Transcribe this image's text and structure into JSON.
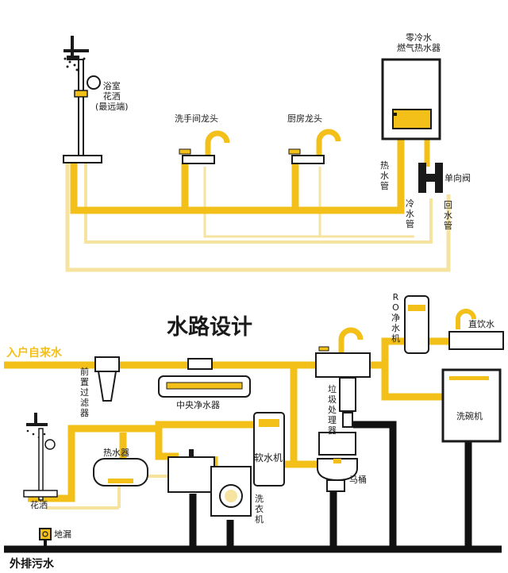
{
  "colors": {
    "pipe_yellow": "#F3C019",
    "pipe_pale": "#F6E3A0",
    "drain_black": "#111111",
    "outline": "#1a1a1a"
  },
  "top_section": {
    "shower_label": "浴室\n花洒\n(最远端)",
    "washbasin_label": "洗手间龙头",
    "kitchen_label": "厨房龙头",
    "heater_label": "零冷水\n燃气热水器",
    "hot_pipe_label": "热水管",
    "cold_pipe_label": "冷水管",
    "return_pipe_label": "回水管",
    "check_valve_label": "单向阀"
  },
  "bottom_section": {
    "title": "水路设计",
    "inlet_label": "入户自来水",
    "prefilter_label": "前置过滤器",
    "central_purifier_label": "中央净水器",
    "ro_label": "RO净水机",
    "direct_drink_label": "直饮水",
    "disposer_label": "垃圾处理器",
    "dishwasher_label": "洗碗机",
    "softener_label": "软水机",
    "heater_label": "热水器",
    "shower_label": "花洒",
    "washer_label": "洗衣机",
    "toilet_label": "马桶",
    "floor_drain_label": "地漏",
    "sewage_label": "外排污水"
  }
}
